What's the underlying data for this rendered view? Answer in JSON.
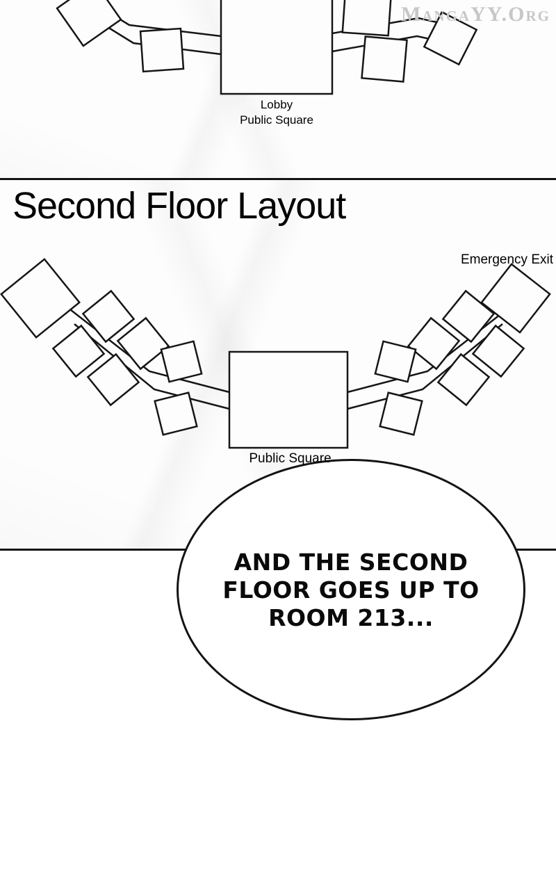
{
  "watermark": "MangaYY.Org",
  "first_floor": {
    "hall_label_line1": "Lobby",
    "hall_label_line2": "Public Square"
  },
  "second_floor": {
    "title": "Second Floor Layout",
    "emergency_exit": "Emergency Exit",
    "hall_label": "Public Square"
  },
  "speech_bubble": {
    "lines": [
      "AND THE SECOND",
      "FLOOR GOES UP TO",
      "ROOM 213..."
    ]
  }
}
